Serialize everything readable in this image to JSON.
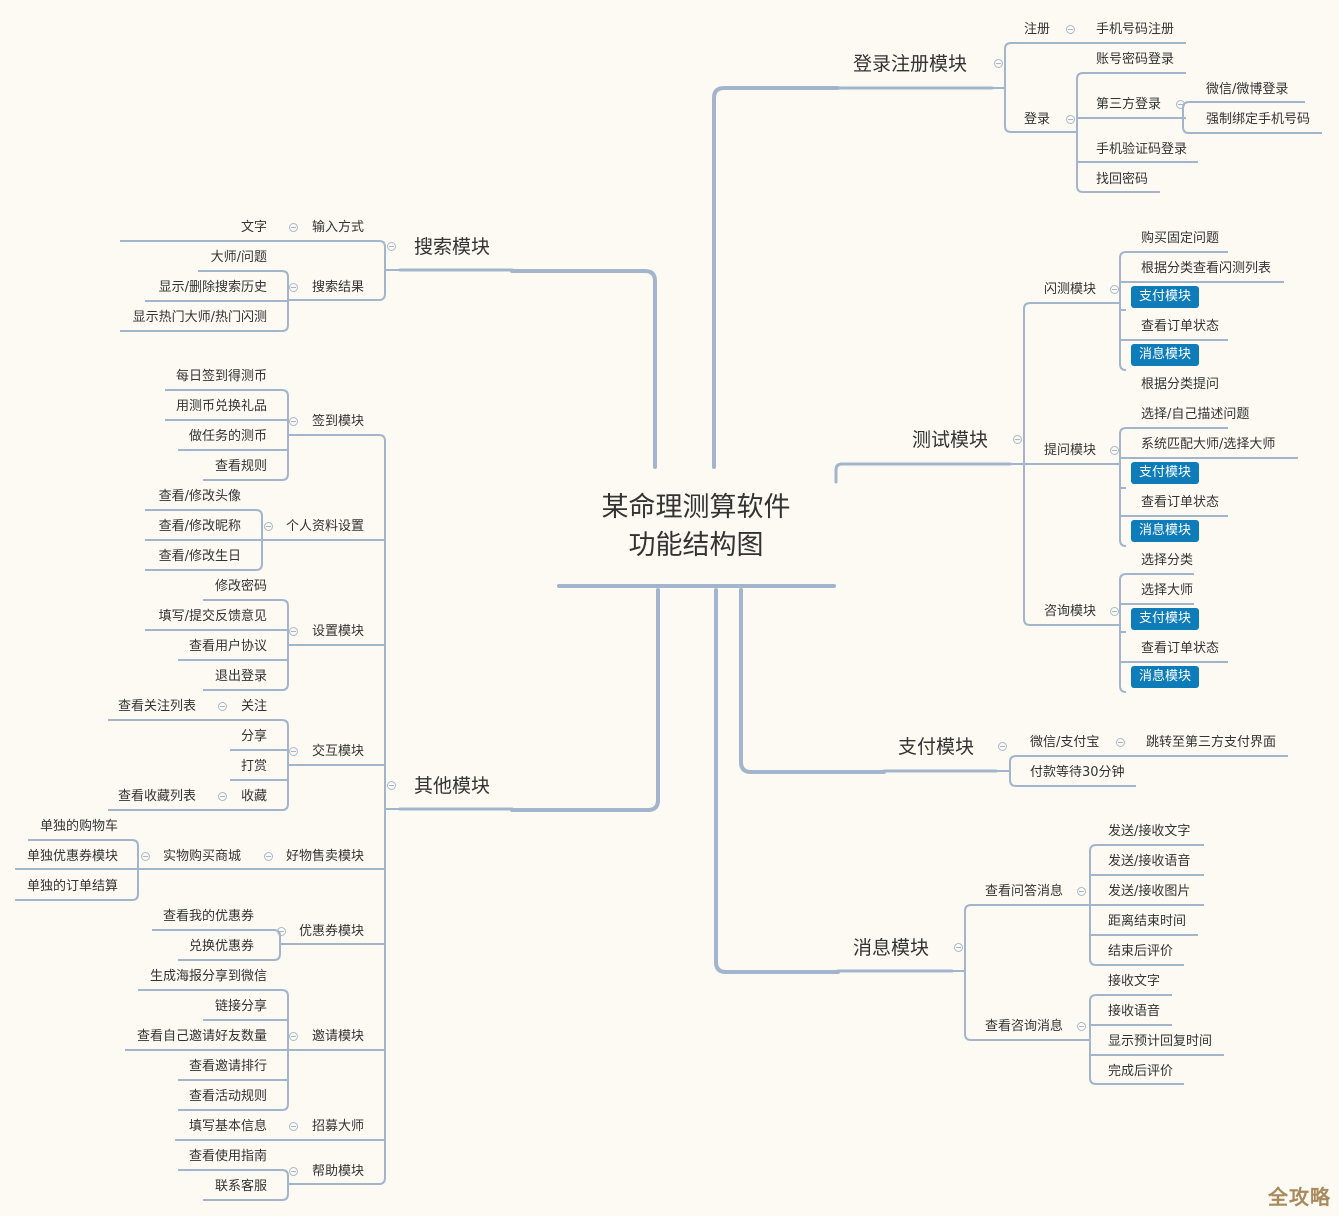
{
  "root": {
    "line1": "某命理测算软件",
    "line2": "功能结构图"
  },
  "colors": {
    "background": "#fdfaf3",
    "line": "#a3b5cd",
    "highlight": "#0d7cb8",
    "text": "#333333",
    "watermark": "#a88a5c"
  },
  "watermark": "全攻略",
  "branches": {
    "login": {
      "label": "登录注册模块",
      "children": {
        "register": {
          "label": "注册",
          "children": [
            "手机号码注册"
          ]
        },
        "login": {
          "label": "登录",
          "children": {
            "account": "账号密码登录",
            "third_party": {
              "label": "第三方登录",
              "children": [
                "微信/微博登录",
                "强制绑定手机号码"
              ]
            },
            "sms": "手机验证码登录",
            "recover": "找回密码"
          }
        }
      }
    },
    "test": {
      "label": "测试模块",
      "children": {
        "flash": {
          "label": "闪测模块",
          "children": [
            "购买固定问题",
            "根据分类查看闪测列表",
            "支付模块",
            "查看订单状态",
            "消息模块"
          ]
        },
        "ask": {
          "label": "提问模块",
          "children": [
            "根据分类提问",
            "选择/自己描述问题",
            "系统匹配大师/选择大师",
            "支付模块",
            "查看订单状态",
            "消息模块"
          ]
        },
        "consult": {
          "label": "咨询模块",
          "children": [
            "选择分类",
            "选择大师",
            "支付模块",
            "查看订单状态",
            "消息模块"
          ]
        }
      }
    },
    "pay": {
      "label": "支付模块",
      "children": {
        "method": {
          "label": "微信/支付宝",
          "children": [
            "跳转至第三方支付界面"
          ]
        },
        "wait": "付款等待30分钟"
      }
    },
    "message": {
      "label": "消息模块",
      "children": {
        "qa": {
          "label": "查看问答消息",
          "children": [
            "发送/接收文字",
            "发送/接收语音",
            "发送/接收图片",
            "距离结束时间",
            "结束后评价"
          ]
        },
        "consult": {
          "label": "查看咨询消息",
          "children": [
            "接收文字",
            "接收语音",
            "显示预计回复时间",
            "完成后评价"
          ]
        }
      }
    },
    "search": {
      "label": "搜索模块",
      "children": {
        "input": {
          "label": "输入方式",
          "children": [
            "文字"
          ]
        },
        "result": {
          "label": "搜索结果",
          "children": [
            "大师/问题",
            "显示/删除搜索历史",
            "显示热门大师/热门闪测"
          ]
        }
      }
    },
    "other": {
      "label": "其他模块",
      "children": {
        "checkin": {
          "label": "签到模块",
          "children": [
            "每日签到得测币",
            "用测币兑换礼品",
            "做任务的测币",
            "查看规则"
          ]
        },
        "profile": {
          "label": "个人资料设置",
          "children": [
            "查看/修改头像",
            "查看/修改昵称",
            "查看/修改生日"
          ]
        },
        "settings": {
          "label": "设置模块",
          "children": [
            "修改密码",
            "填写/提交反馈意见",
            "查看用户协议",
            "退出登录"
          ]
        },
        "interact": {
          "label": "交互模块",
          "children": {
            "follow": {
              "label": "关注",
              "children": [
                "查看关注列表"
              ]
            },
            "share": "分享",
            "tip": "打赏",
            "favorite": {
              "label": "收藏",
              "children": [
                "查看收藏列表"
              ]
            }
          }
        },
        "goods": {
          "label": "好物售卖模块",
          "children": {
            "mall": {
              "label": "实物购买商城",
              "children": [
                "单独的购物车",
                "单独优惠券模块",
                "单独的订单结算"
              ]
            }
          }
        },
        "coupon": {
          "label": "优惠券模块",
          "children": [
            "查看我的优惠券",
            "兑换优惠券"
          ]
        },
        "invite": {
          "label": "邀请模块",
          "children": [
            "生成海报分享到微信",
            "链接分享",
            "查看自己邀请好友数量",
            "查看邀请排行",
            "查看活动规则"
          ]
        },
        "recruit": {
          "label": "招募大师",
          "children": [
            "填写基本信息"
          ]
        },
        "help": {
          "label": "帮助模块",
          "children": [
            "查看使用指南",
            "联系客服"
          ]
        }
      }
    }
  }
}
